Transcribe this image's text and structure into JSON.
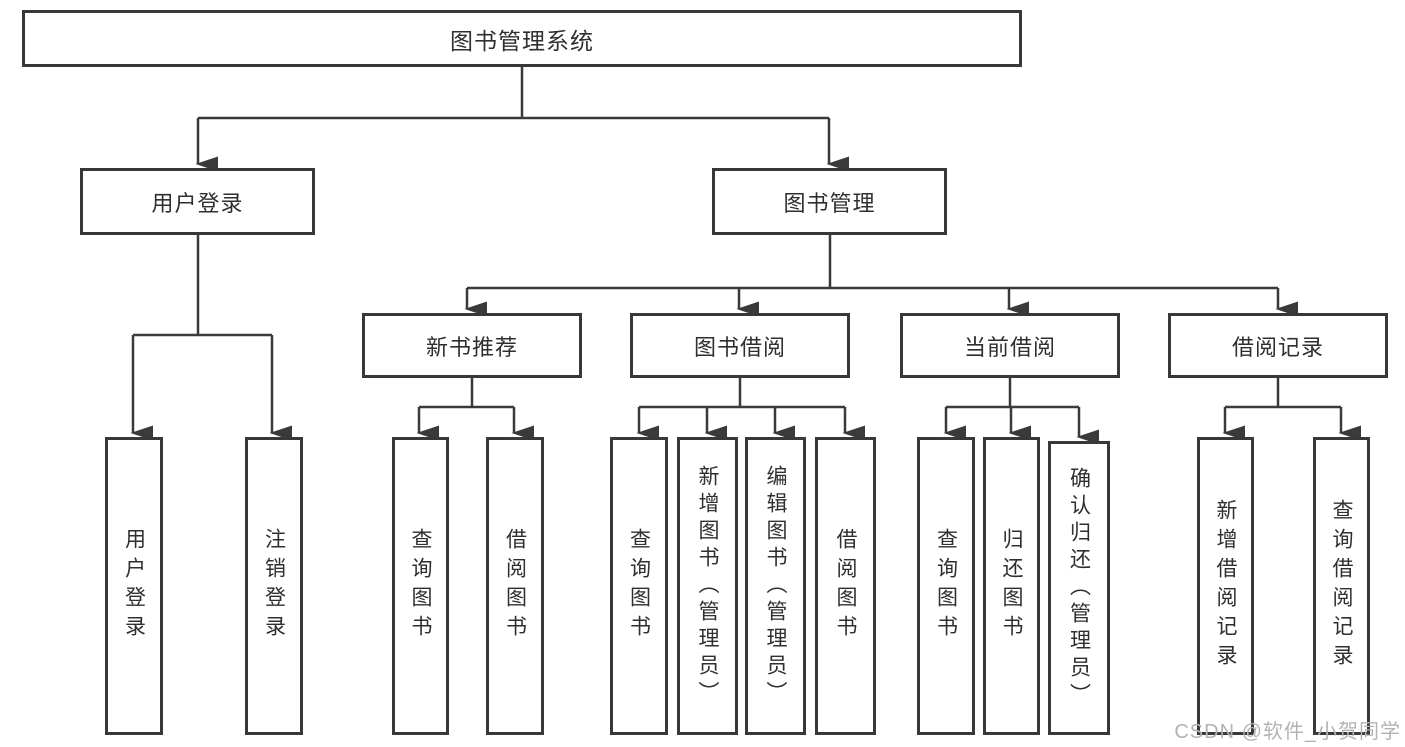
{
  "colors": {
    "line": "#3a3a3a",
    "box_border": "#383838",
    "text": "#2f2f2f",
    "watermark": "#b3b3b3",
    "background": "#ffffff"
  },
  "watermark": {
    "text": "CSDN @软件_小贺同学"
  },
  "tree": {
    "root": {
      "label": "图书管理系统"
    },
    "user_login": {
      "label": "用户登录",
      "children": [
        {
          "label": "用户登录"
        },
        {
          "label": "注销登录"
        }
      ]
    },
    "book_management": {
      "label": "图书管理",
      "modules": [
        {
          "label": "新书推荐",
          "children": [
            {
              "label": "查询图书"
            },
            {
              "label": "借阅图书"
            }
          ]
        },
        {
          "label": "图书借阅",
          "children": [
            {
              "label": "查询图书"
            },
            {
              "label": "新增图书（管理员）"
            },
            {
              "label": "编辑图书（管理员）"
            },
            {
              "label": "借阅图书"
            }
          ]
        },
        {
          "label": "当前借阅",
          "children": [
            {
              "label": "查询图书"
            },
            {
              "label": "归还图书"
            },
            {
              "label": "确认归还（管理员）"
            }
          ]
        },
        {
          "label": "借阅记录",
          "children": [
            {
              "label": "新增借阅记录"
            },
            {
              "label": "查询借阅记录"
            }
          ]
        }
      ]
    }
  }
}
